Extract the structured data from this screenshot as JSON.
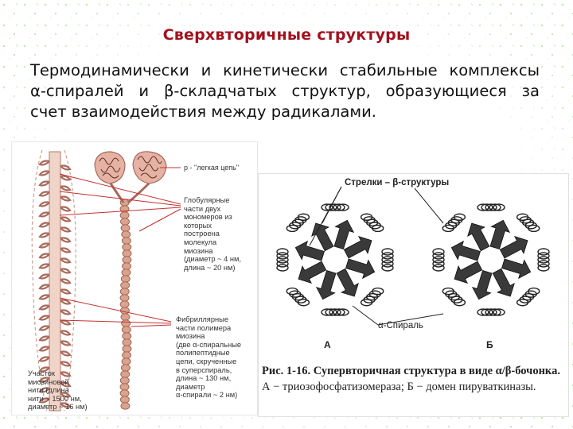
{
  "slide": {
    "title": "Сверхвторичные структуры",
    "body_lines": [
      "Термодинамически и кинетически стабильные комплексы",
      "α-спиралей и β-складчатых структур, образующиеся за",
      "счет взаимодействия между радикалами."
    ]
  },
  "figure_left": {
    "label_light_chain": "р - \"легкая цепь\"",
    "label_globular": "Глобулярные\nчасти двух\nмономеров из\nкоторых\nпостроена\nмолекула\nмиозина\n(диаметр ~ 4 нм,\nдлина ~ 20 нм)",
    "label_fibrillar": "Фибриллярные\nчасти полимера\nмиозина\n(две α-спиральные\nполипептидные\nцепи, скрученные\nв суперспираль,\nдлина ~ 130 нм,\nдиаметр\nα-спирали ~ 2 нм)",
    "label_filament": "Участок\nмиозиновой\nнити (длина\nнити ~ 1500 нм,\nдиаметр ~ 16 нм)"
  },
  "figure_right": {
    "label_arrows": "Стрелки – β-структуры",
    "label_helix": "α-Спираль",
    "label_a": "А",
    "label_b": "Б",
    "caption_bold": "Рис. 1-16. Супервторичная структура в виде α/β-бочонка.",
    "caption_rest": " А − триозофосфатизомераза; Б − домен пируваткиназы."
  },
  "colors": {
    "title": "#a3121e",
    "fiber": "#d9a38e",
    "fiber_dark": "#a8685a",
    "globule": "#e3a89a",
    "background_dots": "#6fbf4f"
  }
}
